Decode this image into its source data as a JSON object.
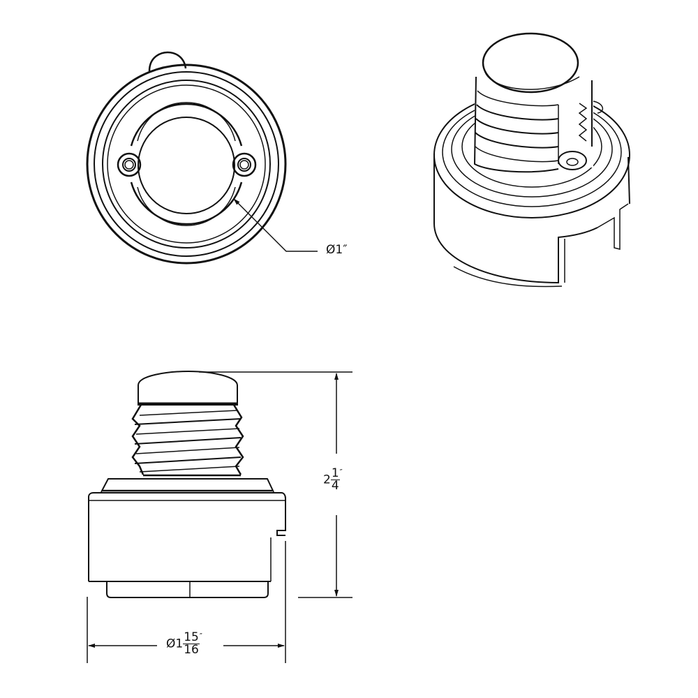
{
  "drawing": {
    "type": "technical line drawing",
    "subject": "screw-in light socket adapter",
    "views": [
      {
        "name": "top-view",
        "description": "plan view of circular flange with two mounting holes"
      },
      {
        "name": "isometric-view",
        "description": "3D view of threaded base on cylindrical housing"
      },
      {
        "name": "side-view",
        "description": "elevation with threaded base, cap and housing"
      }
    ],
    "line_color": "#111111",
    "background": "#ffffff"
  },
  "dimensions": {
    "inner_diameter": {
      "symbol": "Ø",
      "whole": "1",
      "unit": "″",
      "text": "Ø1″"
    },
    "height": {
      "whole": "2",
      "numerator": "1",
      "denominator": "4",
      "unit": "″",
      "text": "2 1/4″"
    },
    "outer_diameter": {
      "symbol": "Ø",
      "whole": "1",
      "numerator": "15",
      "denominator": "16",
      "unit": "″",
      "text": "Ø1 15/16″"
    }
  }
}
